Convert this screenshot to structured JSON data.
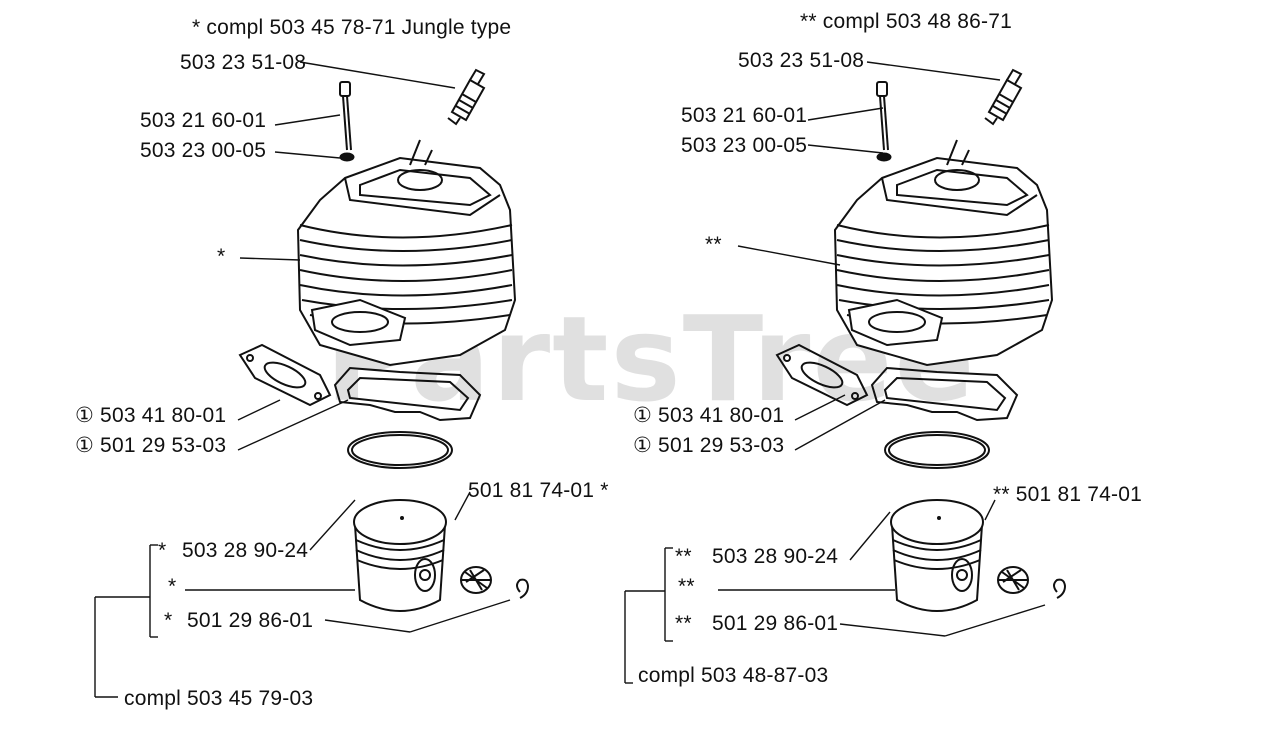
{
  "watermark": "PartsTree",
  "left": {
    "header": "*  compl 503 45 78-71 Jungle type",
    "spark_plug": "503 23 51-08",
    "screw": "503 21 60-01",
    "washer": "503 23 00-05",
    "cylinder": "*",
    "gasket1": "① 503 41 80-01",
    "gasket2": "① 501 29 53-03",
    "bearing": "501 81 74-01  *",
    "piston": "503 28 90-24",
    "piston_star": "*",
    "ring_star": "*",
    "pin": "501 29 86-01",
    "pin_star": "*",
    "compl": "compl 503 45 79-03"
  },
  "right": {
    "header": "**  compl 503 48 86-71",
    "spark_plug": "503 23 51-08",
    "screw": "503 21 60-01",
    "washer": "503 23 00-05",
    "cylinder": "**",
    "gasket1": "① 503 41 80-01",
    "gasket2": "① 501 29 53-03",
    "bearing": "**  501 81 74-01",
    "piston": "503 28 90-24",
    "piston_star": "**",
    "ring_star": "**",
    "pin": "501 29 86-01",
    "pin_star": "**",
    "compl": "compl 503 48-87-03"
  }
}
